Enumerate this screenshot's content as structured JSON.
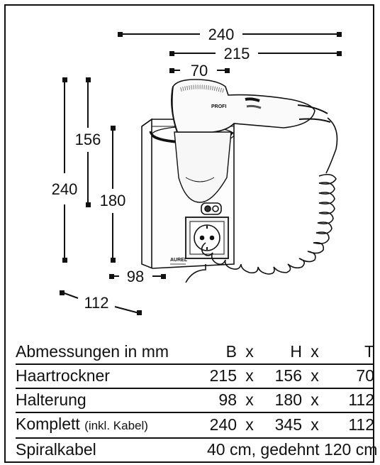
{
  "dimensions": {
    "total_width": "240",
    "dryer_width": "215",
    "nozzle_width": "70",
    "dryer_height": "156",
    "total_height": "240",
    "holder_height": "180",
    "holder_width": "98",
    "holder_depth": "112"
  },
  "drawing_labels": {
    "brand_dryer": "PROFI",
    "brand_holder": "AUREL"
  },
  "table": {
    "header": {
      "label": "Abmessungen in mm",
      "b": "B",
      "x1": "x",
      "h": "H",
      "x2": "x",
      "t": "T"
    },
    "rows": [
      {
        "label": "Haartrockner",
        "note": "",
        "b": "215",
        "x1": "x",
        "h": "156",
        "x2": "x",
        "t": "70"
      },
      {
        "label": "Halterung",
        "note": "",
        "b": "98",
        "x1": "x",
        "h": "180",
        "x2": "x",
        "t": "112"
      },
      {
        "label": "Komplett",
        "note": "(inkl. Kabel)",
        "b": "240",
        "x1": "x",
        "h": "345",
        "x2": "x",
        "t": "112"
      }
    ],
    "spiral": {
      "label": "Spiralkabel",
      "value": "40 cm, gedehnt 120 cm"
    }
  }
}
